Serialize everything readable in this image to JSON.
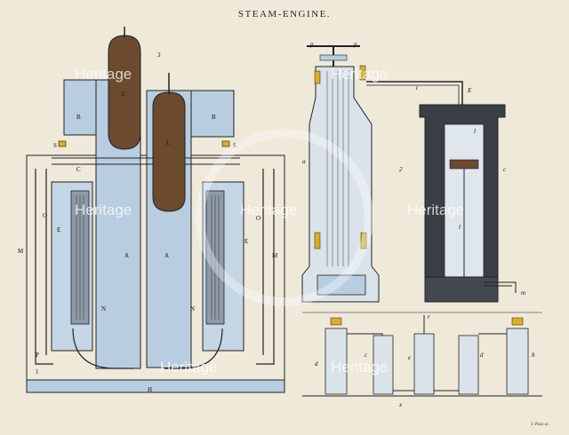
{
  "plate": {
    "title": "STEAM-ENGINE.",
    "engraver": "J. Pass sc.",
    "figure_numbers": [
      "1",
      "2",
      "3"
    ],
    "watermark": "Heritage",
    "colors": {
      "paper": "#efe9da",
      "water": "#b8cde0",
      "piston": "#6b4a2e",
      "brass": "#d8b020",
      "ink": "#222222",
      "iron": "#3a3e45"
    }
  },
  "labels": {
    "A": "A",
    "B": "B",
    "C": "C",
    "E": "E",
    "H": "H",
    "L": "L",
    "M": "M",
    "N": "N",
    "O": "O",
    "P": "P",
    "S": "S",
    "a": "a",
    "b": "b",
    "c": "c",
    "d": "d",
    "e": "e",
    "l": "l",
    "m": "m",
    "p": "p",
    "r": "r",
    "t": "t",
    "x": "x",
    "E2": "E"
  }
}
